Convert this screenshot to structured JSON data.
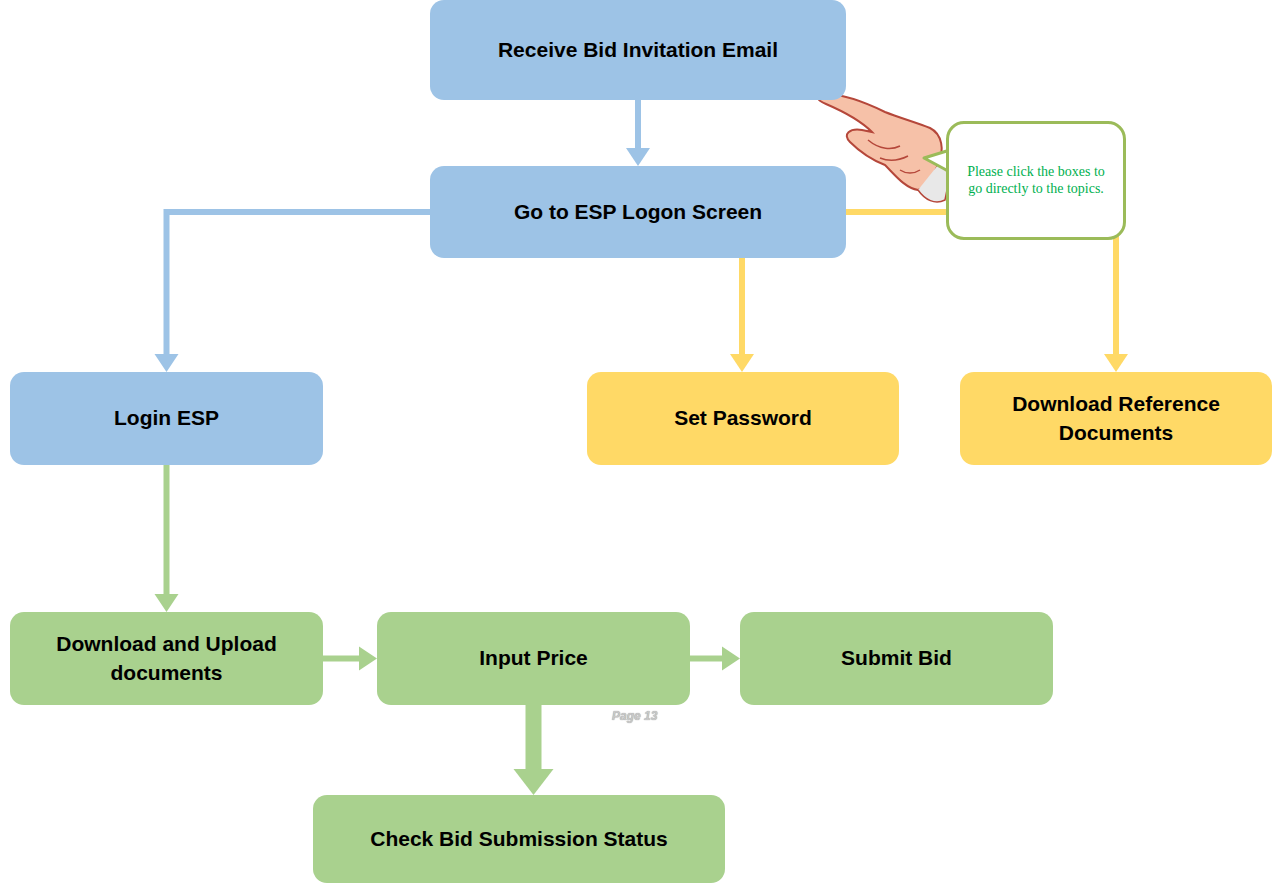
{
  "diagram": {
    "nodes": [
      {
        "text": [
          "Receive Bid Invitation Email"
        ]
      },
      {
        "text": [
          "Go to ESP Logon Screen"
        ]
      },
      {
        "text": [
          "Login ESP"
        ]
      },
      {
        "text": [
          "Set Password"
        ]
      },
      {
        "text": [
          "Download Reference Documents"
        ]
      },
      {
        "text": [
          "Download and Upload documents"
        ]
      },
      {
        "text": [
          "Input Price"
        ]
      },
      {
        "text": [
          "Submit Bid"
        ]
      },
      {
        "text": [
          "Check Bid Submission Status"
        ]
      },
      {
        "text": [
          "Please click the boxes to go directly to the topics."
        ]
      }
    ],
    "edges": [
      {
        "from": 0,
        "to": 1,
        "arrow": "to"
      },
      {
        "from": 1,
        "to": 2,
        "arrow": "to"
      },
      {
        "from": 1,
        "to": 3,
        "arrow": "to"
      },
      {
        "from": 1,
        "to": 4,
        "arrow": "to"
      },
      {
        "from": 2,
        "to": 5,
        "arrow": "to"
      },
      {
        "from": 5,
        "to": 6,
        "arrow": "to"
      },
      {
        "from": 6,
        "to": 7,
        "arrow": "to"
      },
      {
        "from": 6,
        "to": 8,
        "arrow": "to"
      }
    ],
    "labels": [
      "Page 13"
    ]
  }
}
